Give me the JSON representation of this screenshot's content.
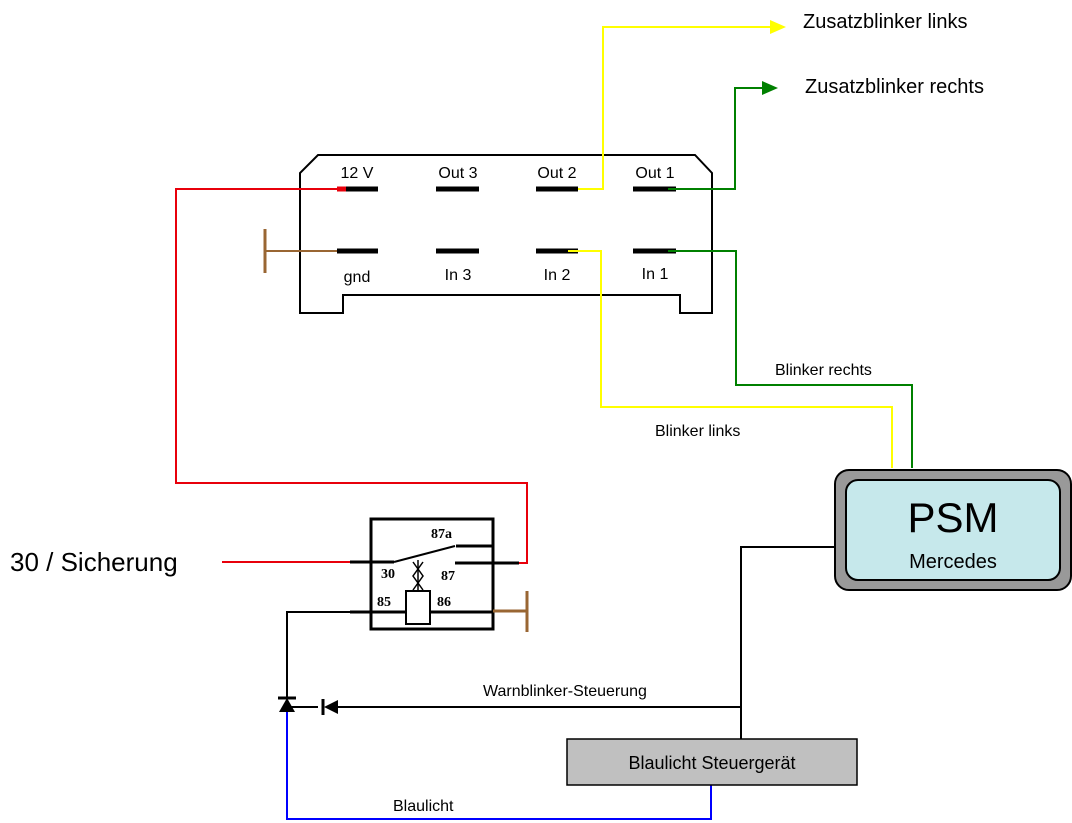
{
  "outputs": {
    "left": "Zusatzblinker links",
    "right": "Zusatzblinker rechts"
  },
  "module": {
    "top_pins": [
      "12 V",
      "Out 3",
      "Out 2",
      "Out 1"
    ],
    "bottom_pins": [
      "gnd",
      "In 3",
      "In 2",
      "In 1"
    ]
  },
  "wires": {
    "right_signal": "Blinker rechts",
    "left_signal": "Blinker links",
    "hazard": "Warnblinker-Steuerung",
    "blue": "Blaulicht"
  },
  "psm": {
    "title": "PSM",
    "subtitle": "Mercedes"
  },
  "relay": {
    "supply_label": "30 / Sicherung",
    "pin_87a": "87a",
    "pin_30": "30",
    "pin_87": "87",
    "pin_85": "85",
    "pin_86": "86"
  },
  "controller": {
    "label": "Blaulicht Steuergerät"
  },
  "colors": {
    "red": "#e8000b",
    "yellow": "#ffff00",
    "green": "#008000",
    "blue": "#0000ff",
    "brown": "#996633",
    "psm_fill": "#c6e8eb",
    "controller_fill": "#c0c0c0"
  }
}
